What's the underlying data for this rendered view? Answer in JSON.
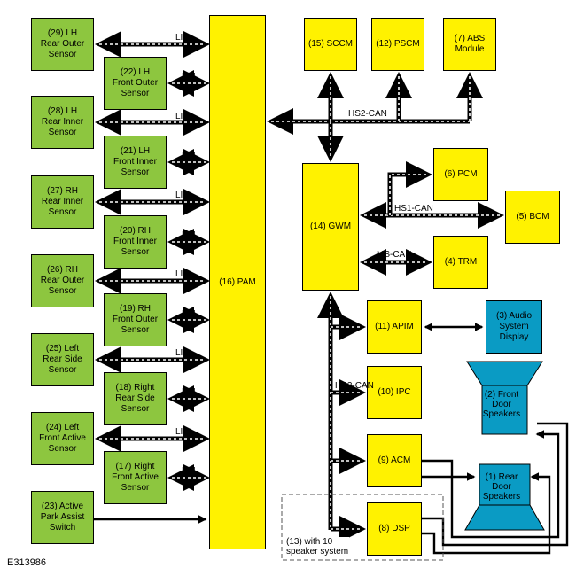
{
  "modules": {
    "lh_rear_outer": "(29) LH\nRear Outer\nSensor",
    "lh_front_outer": "(22) LH\nFront Outer\nSensor",
    "lh_rear_inner": "(28) LH\nRear Inner\nSensor",
    "lh_front_inner": "(21) LH\nFront Inner\nSensor",
    "rh_rear_inner": "(27) RH\nRear Inner\nSensor",
    "rh_front_inner": "(20) RH\nFront Inner\nSensor",
    "rh_rear_outer": "(26) RH\nRear Outer\nSensor",
    "rh_front_outer": "(19) RH\nFront Outer\nSensor",
    "left_rear_side": "(25) Left\nRear Side\nSensor",
    "right_rear_side": "(18) Right\nRear Side\nSensor",
    "left_front_active": "(24) Left\nFront Active\nSensor",
    "right_front_active": "(17) Right\nFront Active\nSensor",
    "park_assist_switch": "(23) Active\nPark Assist\nSwitch",
    "pam": "(16) PAM",
    "sccm": "(15) SCCM",
    "pscm": "(12) PSCM",
    "abs": "(7) ABS\nModule",
    "gwm": "(14) GWM",
    "pcm": "(6) PCM",
    "bcm": "(5) BCM",
    "trm": "(4) TRM",
    "apim": "(11) APIM",
    "audio_display": "(3) Audio\nSystem\nDisplay",
    "ipc": "(10) IPC",
    "acm": "(9) ACM",
    "dsp": "(8) DSP",
    "front_speakers": "(2) Front\nDoor\nSpeakers",
    "rear_speakers": "(1) Rear\nDoor\nSpeakers"
  },
  "bus_labels": {
    "lin": "LIN",
    "hs2_can": "HS2-CAN",
    "hs1_can": "HS1-CAN",
    "ms_can": "MS-CAN",
    "hs3_can": "HS3-CAN"
  },
  "notes": {
    "speaker_system": "(13) with 10\nspeaker system"
  },
  "figure_id": "E313986",
  "colors": {
    "sensor_green": "#8dc63f",
    "module_yellow": "#fff200",
    "display_blue": "#0a9bc4"
  }
}
